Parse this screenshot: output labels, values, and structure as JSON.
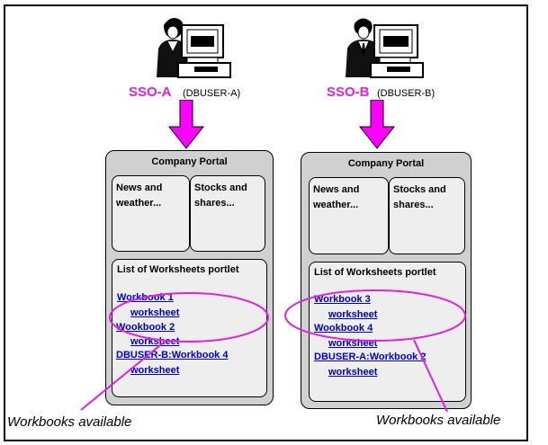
{
  "users": [
    {
      "sso": "SSO-A",
      "dbuser": "(DBUSER-A)"
    },
    {
      "sso": "SSO-B",
      "dbuser": "(DBUSER-B)"
    }
  ],
  "portals": [
    {
      "title": "Company Portal",
      "news": "News and weather...",
      "stocks": "Stocks and shares...",
      "list_title": "List of Worksheets portlet",
      "items": [
        "Workbook 1",
        "worksheet",
        "Wookbook 2",
        "worksheet",
        "DBUSER-B:Workbook 4",
        "worksheet"
      ]
    },
    {
      "title": "Company Portal",
      "news": "News and weather...",
      "stocks": "Stocks and shares...",
      "list_title": "List of Worksheets portlet",
      "items": [
        "Workbook 3",
        "worksheet",
        "Wookbook 4",
        "worksheet",
        "DBUSER-A:Workbook 2",
        "worksheet"
      ]
    }
  ],
  "captions": [
    "Workbooks available",
    "Workbooks available"
  ],
  "colors": {
    "accent": "#e020e0",
    "link": "#0000cc",
    "panel": "#d0d0d0",
    "portlet": "#eeeeee"
  }
}
